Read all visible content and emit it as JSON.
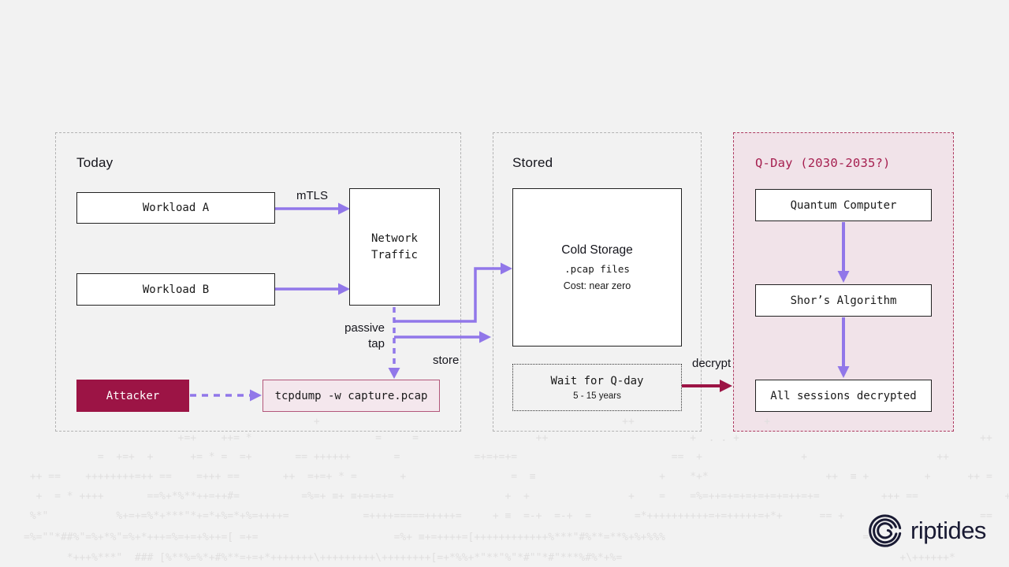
{
  "panels": {
    "today": {
      "title": "Today"
    },
    "stored": {
      "title": "Stored"
    },
    "qday": {
      "title": "Q-Day (2030-2035?)"
    }
  },
  "today": {
    "workload_a": "Workload A",
    "workload_b": "Workload B",
    "network_traffic": "Network\nTraffic",
    "attacker": "Attacker",
    "tcpdump": "tcpdump -w capture.pcap",
    "mtls_label": "mTLS",
    "passive_tap_label": "passive\ntap",
    "store_label": "store"
  },
  "stored": {
    "cold_storage_title": "Cold Storage",
    "cold_storage_line1": ".pcap files",
    "cold_storage_line2": "Cost: near zero",
    "wait_title": "Wait for Q-day",
    "wait_subtitle": "5 - 15 years",
    "decrypt_label": "decrypt"
  },
  "qday": {
    "quantum": "Quantum Computer",
    "shor": "Shor’s Algorithm",
    "decrypted": "All sessions decrypted"
  },
  "logo": {
    "text": "riptides",
    "icon": "riptides-swirl-icon"
  },
  "colors": {
    "background": "#f2f2f2",
    "arrow_purple": "#9177e9",
    "crimson": "#9c1445",
    "qday_title": "#a62050",
    "qday_border": "#ad3a60",
    "qday_bg": "#f1e3e9",
    "tcpdump_bg": "#f4e7ed",
    "tcpdump_border": "#b2577a",
    "box_border": "#222222",
    "panel_border": "#b3b3b3",
    "ascii": "#e0dfdf",
    "logo_ink": "#191a33"
  },
  "ascii": [
    "                                               +                                                 ++                     +",
    "                         +=+    ++= *                    =     =                   ++                       +  . . +                                       ++",
    "            =  +=+  +      += * =  =+       == ++++++       =            =+=+=+=                         ==  +                +                     ++",
    " ++ ==    ++++++++=++ ==    =+++ ==       ++  =+=+ * =       +                 =  ≡                    +    *+*                   ++  ≡ +         +      ++ =",
    "  +  = * ++++       ==%+*%**++=++#=          =%=+ ≡+ ≡+=+=+=                  +  +                +    =    =%=++=+=+=+=+=+=++=+=          +++ ==              +",
    " %*\"           %+=+=%*+***\"*+=*+%=*+%=++++=            =++++=====+++++=     + ≡  =-+  =-+  =       =*++++++++++=+=+++++=+*+      == +                      ==",
    "=%=\"\"*##%\"=%+*%\"=%+*+++=%=+=+%++=[ =+=                      =%+ ≡+=++++=[++++++++++++%***\"#%**=**%+%+%%%                                = +",
    "       *+++%***\"  ### [%**%=%*+#%**=+=+*+++++++\\+++++++++\\++++++++[=+*%%+*\"**\"%\"*#\"\"*#\"***%#%*+%=                                             +\\++++++*"
  ]
}
